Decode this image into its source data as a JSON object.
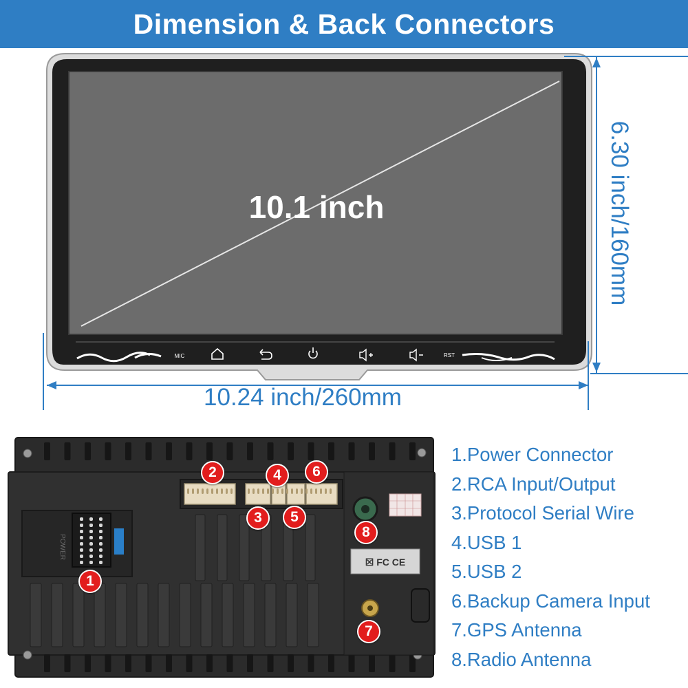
{
  "banner": {
    "title": "Dimension & Back Connectors"
  },
  "screen": {
    "diagonal_label": "10.1 inch"
  },
  "dimensions": {
    "width_label": "10.24 inch/260mm",
    "height_label": "6.30 inch/160mm"
  },
  "control_strip": {
    "mic_label": "MIC",
    "rst_label": "RST"
  },
  "accent_color": "#2f7ec4",
  "badge_color": "#e21d1d",
  "connector_badges": [
    {
      "number": "1"
    },
    {
      "number": "2"
    },
    {
      "number": "3"
    },
    {
      "number": "4"
    },
    {
      "number": "5"
    },
    {
      "number": "6"
    },
    {
      "number": "7"
    },
    {
      "number": "8"
    }
  ],
  "legend": [
    {
      "label": "1.Power Connector"
    },
    {
      "label": "2.RCA Input/Output"
    },
    {
      "label": "3.Protocol Serial Wire"
    },
    {
      "label": "4.USB 1"
    },
    {
      "label": "5.USB 2"
    },
    {
      "label": "6.Backup Camera Input"
    },
    {
      "label": "7.GPS Antenna"
    },
    {
      "label": "8.Radio Antenna"
    }
  ]
}
